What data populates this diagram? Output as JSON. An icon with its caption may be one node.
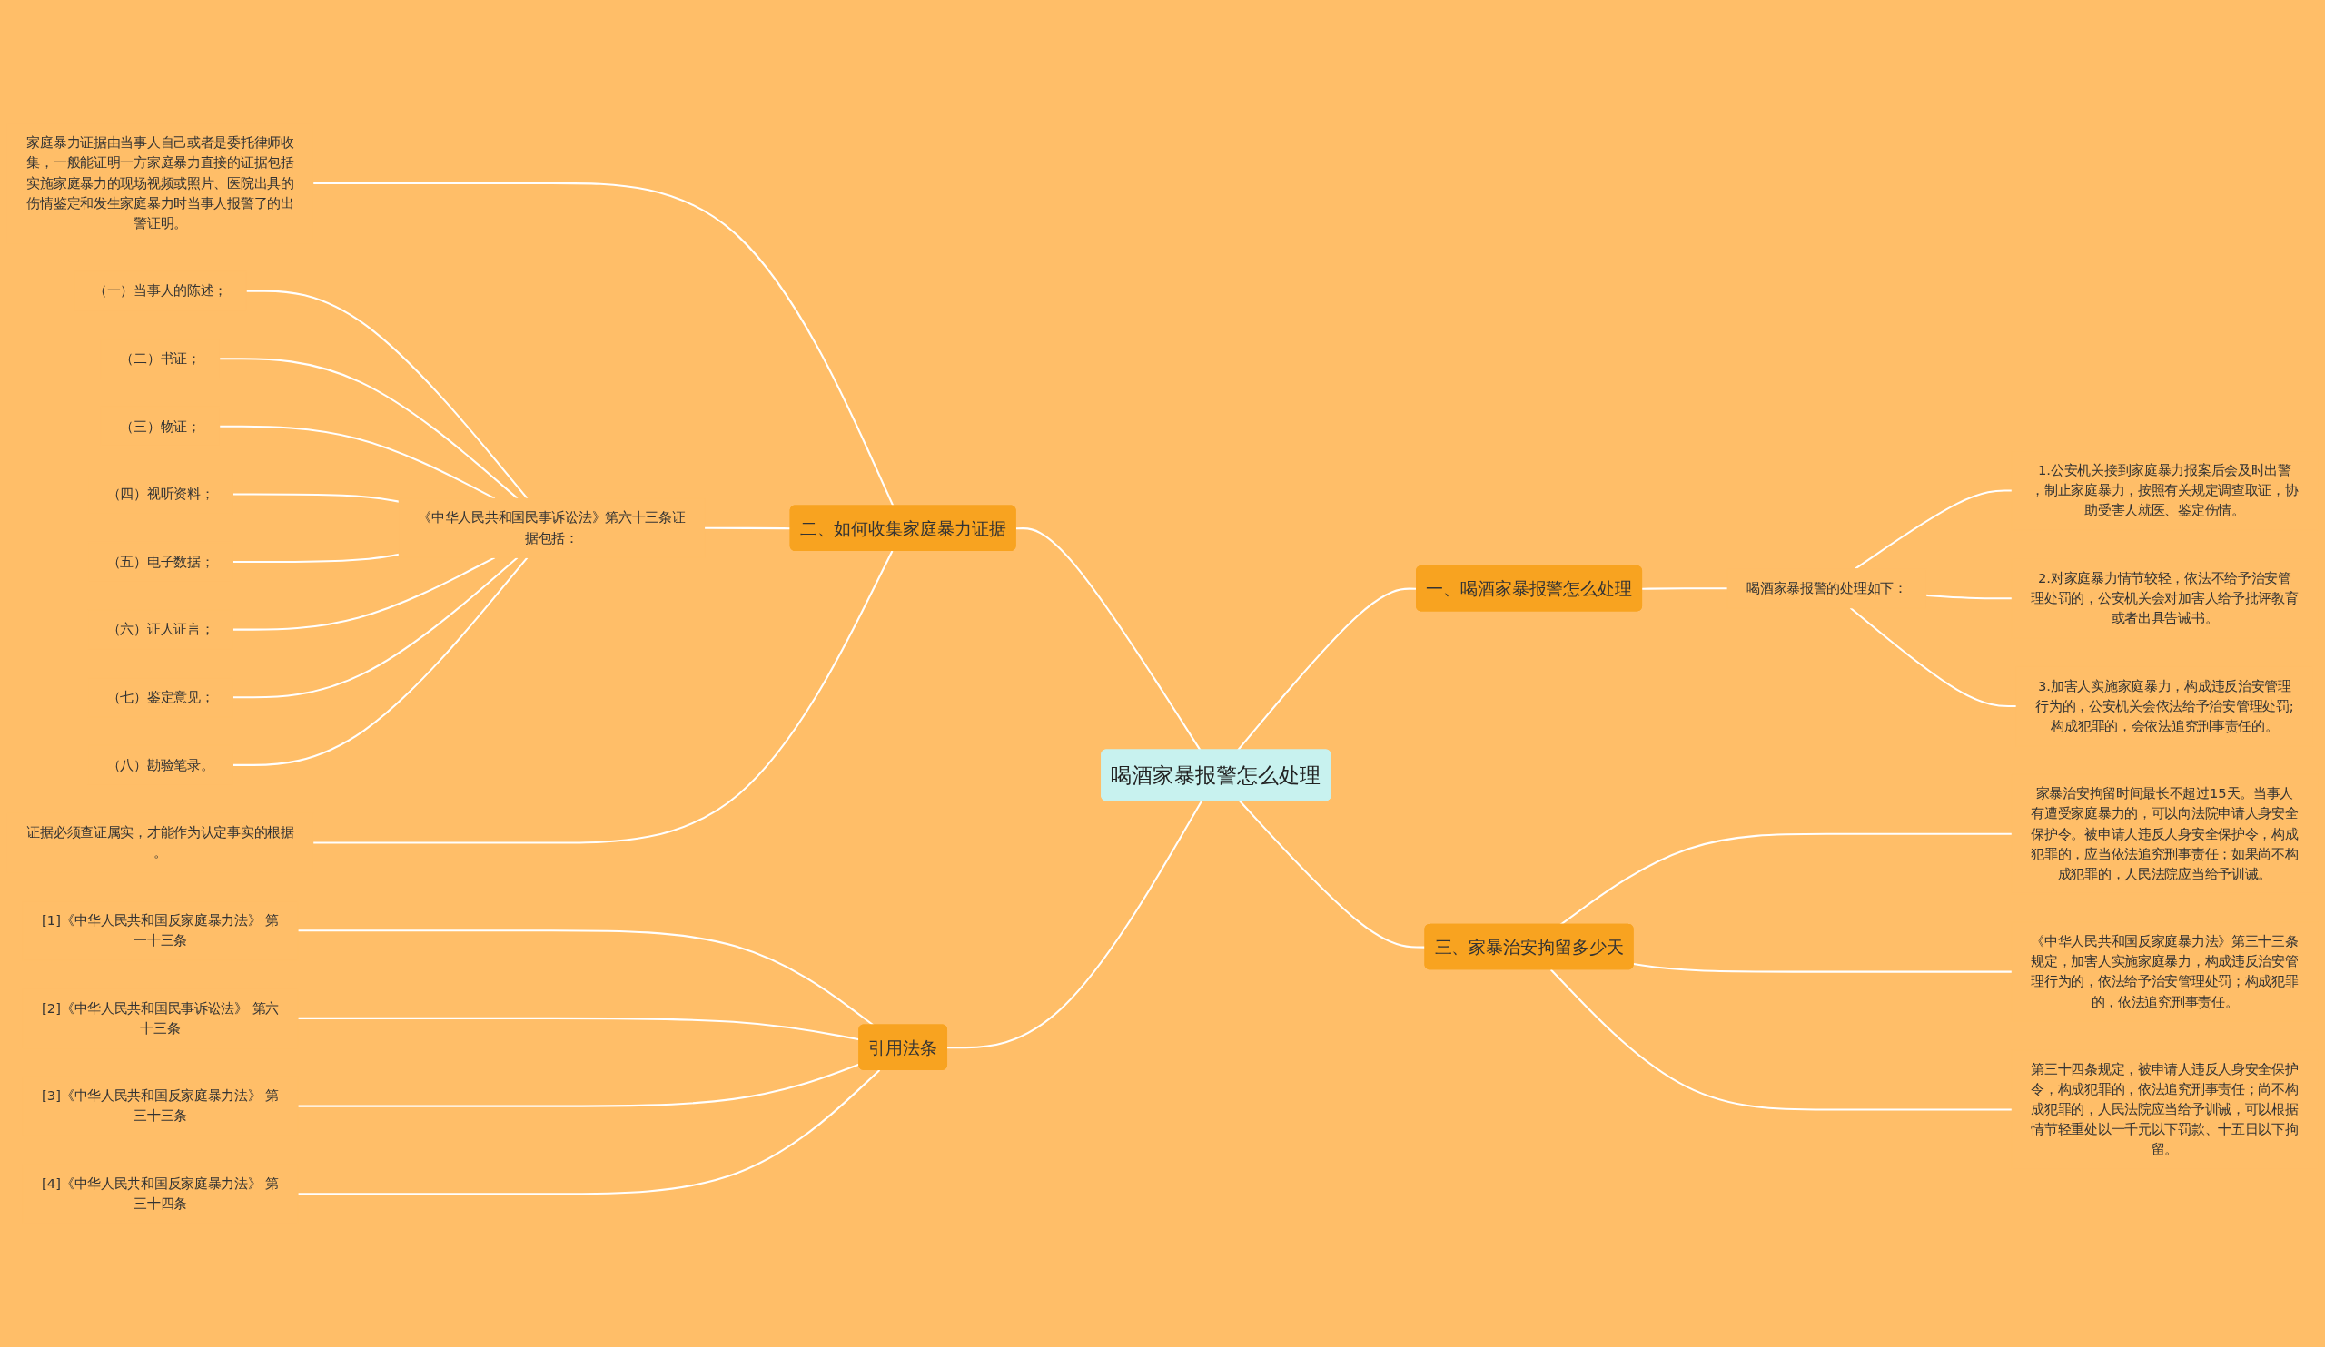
{
  "diagram": {
    "nodes": [
      {
        "text": [
          "喝酒家暴报警怎么处理"
        ]
      },
      {
        "text": [
          "二、如何收集家庭暴力证据"
        ]
      },
      {
        "text": [
          "家庭暴力证据由当事人自己或者是委托律师收集，一般能证明一方家庭暴力直接的证据包括实施家庭暴力的现场视频或照片、医院出具的伤情鉴定和发生家庭暴力时当事人报警了的出警证明。"
        ]
      },
      {
        "text": [
          "《中华人民共和国民事诉讼法》第六十三条证据包括："
        ]
      },
      {
        "text": [
          "（一）当事人的陈述；"
        ]
      },
      {
        "text": [
          "（二）书证；"
        ]
      },
      {
        "text": [
          "（三）物证；"
        ]
      },
      {
        "text": [
          "（四）视听资料；"
        ]
      },
      {
        "text": [
          "（五）电子数据；"
        ]
      },
      {
        "text": [
          "（六）证人证言；"
        ]
      },
      {
        "text": [
          "（七）鉴定意见；"
        ]
      },
      {
        "text": [
          "（八）勘验笔录。"
        ]
      },
      {
        "text": [
          "证据必须查证属实，才能作为认定事实的根据。"
        ]
      },
      {
        "text": [
          "引用法条"
        ]
      },
      {
        "text": [
          "[1]《中华人民共和国反家庭暴力法》 第一十三条"
        ]
      },
      {
        "text": [
          "[2]《中华人民共和国民事诉讼法》 第六十三条"
        ]
      },
      {
        "text": [
          "[3]《中华人民共和国反家庭暴力法》 第三十三条"
        ]
      },
      {
        "text": [
          "[4]《中华人民共和国反家庭暴力法》 第三十四条"
        ]
      },
      {
        "text": [
          "一、喝酒家暴报警怎么处理"
        ]
      },
      {
        "text": [
          "喝酒家暴报警的处理如下："
        ]
      },
      {
        "text": [
          "1.公安机关接到家庭暴力报案后会及时出警，制止家庭暴力，按照有关规定调查取证，协助受害人就医、鉴定伤情。"
        ]
      },
      {
        "text": [
          "2.对家庭暴力情节较轻，依法不给予治安管理处罚的，公安机关会对加害人给予批评教育或者出具告诫书。"
        ]
      },
      {
        "text": [
          "3.加害人实施家庭暴力，构成违反治安管理行为的，公安机关会依法给予治安管理处罚;构成犯罪的，会依法追究刑事责任的。"
        ]
      },
      {
        "text": [
          "三、家暴治安拘留多少天"
        ]
      },
      {
        "text": [
          "家暴治安拘留时间最长不超过15天。当事人有遭受家庭暴力的，可以向法院申请人身安全保护令。被申请人违反人身安全保护令，构成犯罪的，应当依法追究刑事责任；如果尚不构成犯罪的，人民法院应当给予训诫。"
        ]
      },
      {
        "text": [
          "《中华人民共和国反家庭暴力法》第三十三条规定，加害人实施家庭暴力，构成违反治安管理行为的，依法给予治安管理处罚；构成犯罪的，依法追究刑事责任。"
        ]
      },
      {
        "text": [
          "第三十四条规定，被申请人违反人身安全保护令，构成犯罪的，依法追究刑事责任；尚不构成犯罪的，人民法院应当给予训诫，可以根据情节轻重处以一千元以下罚款、十五日以下拘留。"
        ]
      }
    ],
    "edges": [
      {
        "from": 0,
        "to": 1,
        "arrow": "none"
      },
      {
        "from": 1,
        "to": 2,
        "arrow": "none"
      },
      {
        "from": 1,
        "to": 3,
        "arrow": "none"
      },
      {
        "from": 3,
        "to": 4,
        "arrow": "none"
      },
      {
        "from": 3,
        "to": 5,
        "arrow": "none"
      },
      {
        "from": 3,
        "to": 6,
        "arrow": "none"
      },
      {
        "from": 3,
        "to": 7,
        "arrow": "none"
      },
      {
        "from": 3,
        "to": 8,
        "arrow": "none"
      },
      {
        "from": 3,
        "to": 9,
        "arrow": "none"
      },
      {
        "from": 3,
        "to": 10,
        "arrow": "none"
      },
      {
        "from": 3,
        "to": 11,
        "arrow": "none"
      },
      {
        "from": 1,
        "to": 12,
        "arrow": "none"
      },
      {
        "from": 0,
        "to": 13,
        "arrow": "none"
      },
      {
        "from": 13,
        "to": 14,
        "arrow": "none"
      },
      {
        "from": 13,
        "to": 15,
        "arrow": "none"
      },
      {
        "from": 13,
        "to": 16,
        "arrow": "none"
      },
      {
        "from": 13,
        "to": 17,
        "arrow": "none"
      },
      {
        "from": 0,
        "to": 18,
        "arrow": "none"
      },
      {
        "from": 18,
        "to": 19,
        "arrow": "none"
      },
      {
        "from": 19,
        "to": 20,
        "arrow": "none"
      },
      {
        "from": 19,
        "to": 21,
        "arrow": "none"
      },
      {
        "from": 19,
        "to": 22,
        "arrow": "none"
      },
      {
        "from": 0,
        "to": 23,
        "arrow": "none"
      },
      {
        "from": 23,
        "to": 24,
        "arrow": "none"
      },
      {
        "from": 23,
        "to": 25,
        "arrow": "none"
      },
      {
        "from": 23,
        "to": 26,
        "arrow": "none"
      }
    ]
  }
}
